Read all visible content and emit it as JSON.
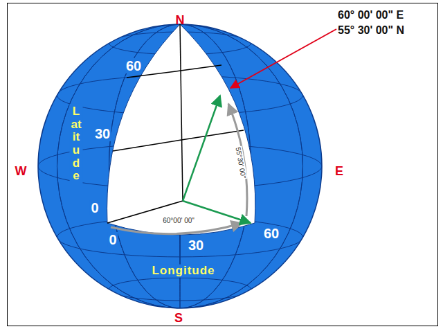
{
  "diagram": {
    "labels": [
      "N",
      "S",
      "W",
      "E",
      "60",
      "30",
      "0",
      "0",
      "30",
      "60",
      "Latitude",
      "Longitude",
      "60° 00' 00\" E",
      "55° 30' 00\" N",
      "60°00' 00\"",
      "55°30' 00\""
    ]
  }
}
